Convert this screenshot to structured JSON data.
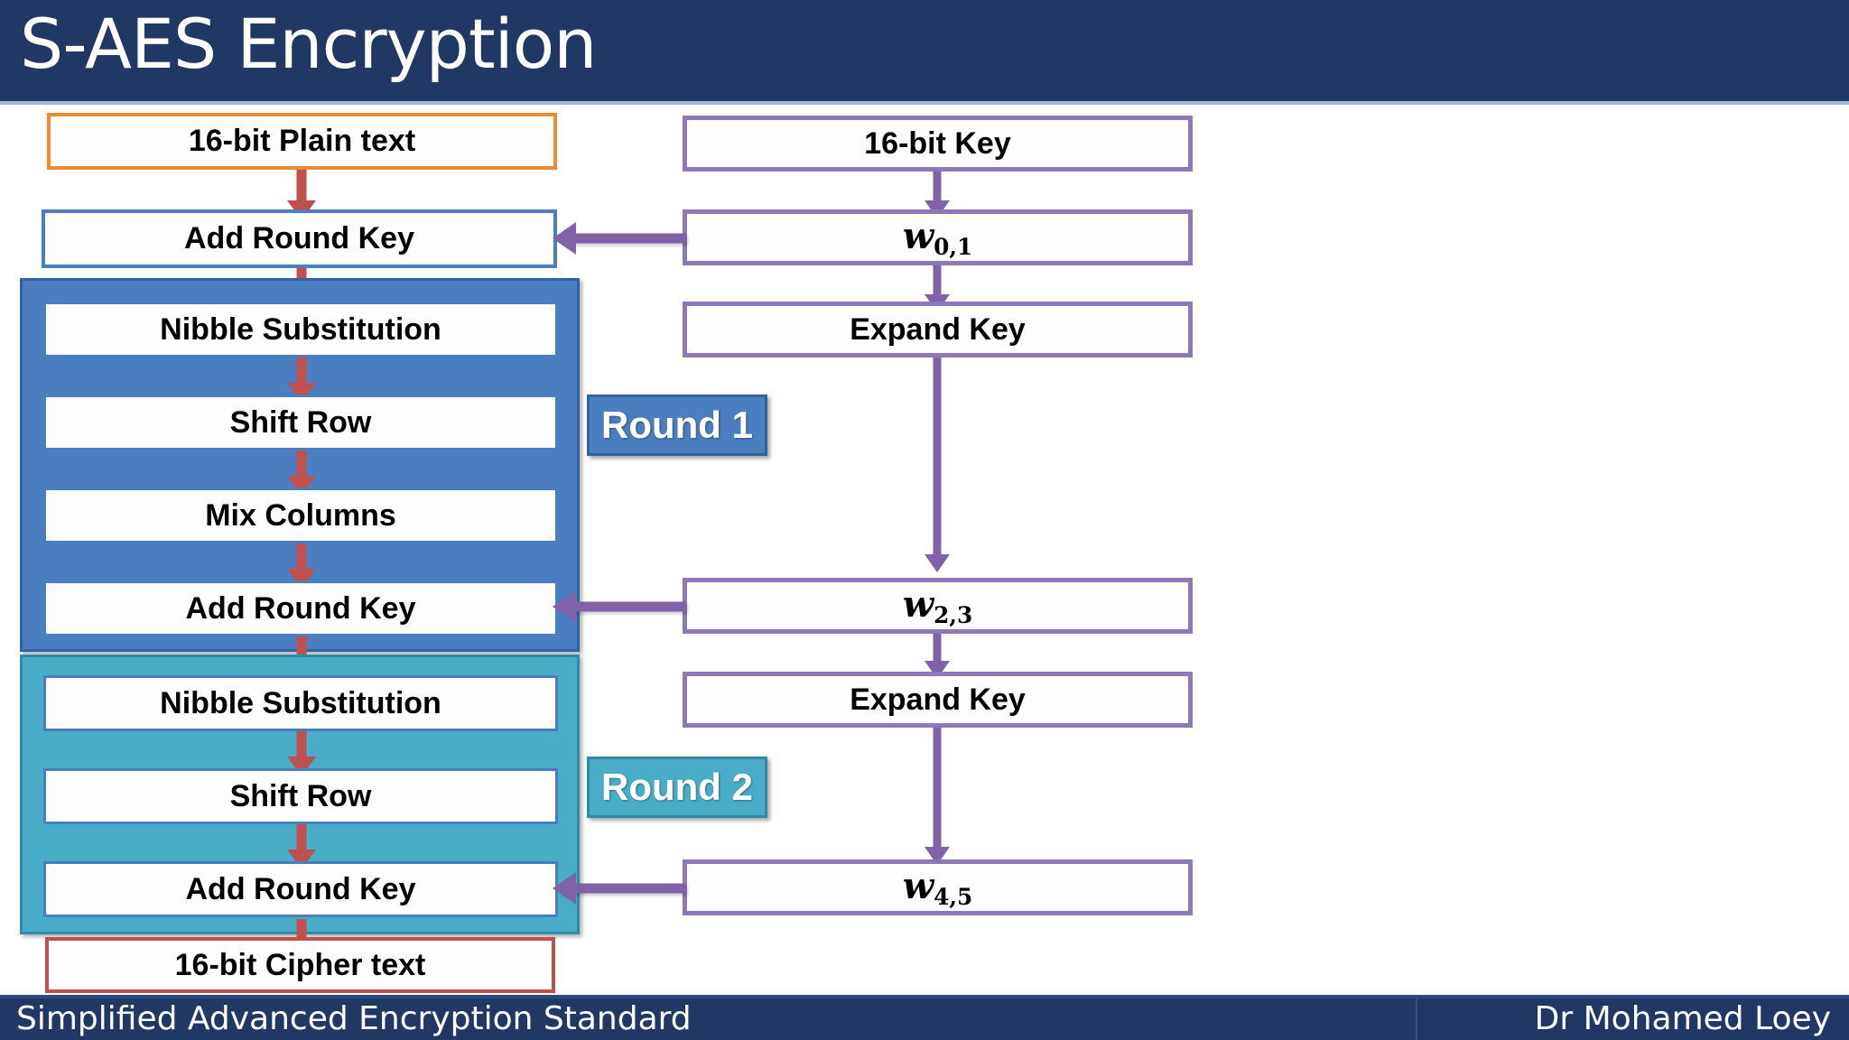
{
  "slide": {
    "title": "S-AES Encryption",
    "footer_left": "Simplified Advanced Encryption Standard",
    "footer_right": "Dr Mohamed Loey"
  },
  "colors": {
    "title_bar": "#1F3864",
    "footer_bar": "#1F3864",
    "plaintext_border": "#ED8B33",
    "ciphertext_border": "#C0504D",
    "round1_fill": "#4a7ec0",
    "round2_fill": "#4aadc8",
    "key_border": "#8D79B8",
    "data_arrow": "#C0504D",
    "key_arrow": "#7F62A8"
  },
  "data_path": {
    "plain_text": "16-bit Plain text",
    "initial_add_round_key": "Add Round Key",
    "cipher_text": "16-bit Cipher text",
    "round1": {
      "badge": "Round 1",
      "steps": [
        "Nibble Substitution",
        "Shift Row",
        "Mix Columns",
        "Add Round Key"
      ]
    },
    "round2": {
      "badge": "Round 2",
      "steps": [
        "Nibble Substitution",
        "Shift Row",
        "Add Round Key"
      ]
    }
  },
  "key_schedule": {
    "key": "16-bit Key",
    "w01_base": "w",
    "w01_sub": "0,1",
    "expand_key_1": "Expand Key",
    "w23_base": "w",
    "w23_sub": "2,3",
    "expand_key_2": "Expand Key",
    "w45_base": "w",
    "w45_sub": "4,5"
  }
}
